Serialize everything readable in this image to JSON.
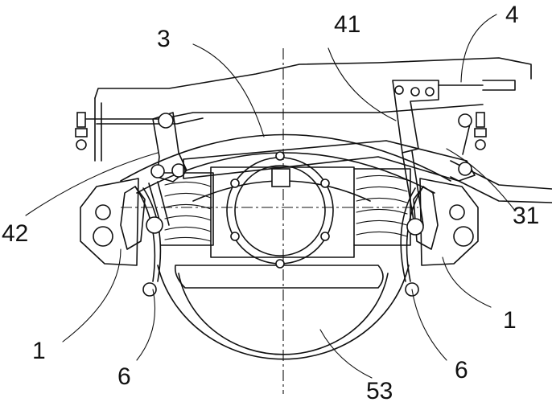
{
  "labels": {
    "l4": "4",
    "l3": "3",
    "l41": "41",
    "l42": "42",
    "l31": "31",
    "l1_left": "1",
    "l1_right": "1",
    "l6_left": "6",
    "l6_right": "6",
    "l53": "53"
  }
}
